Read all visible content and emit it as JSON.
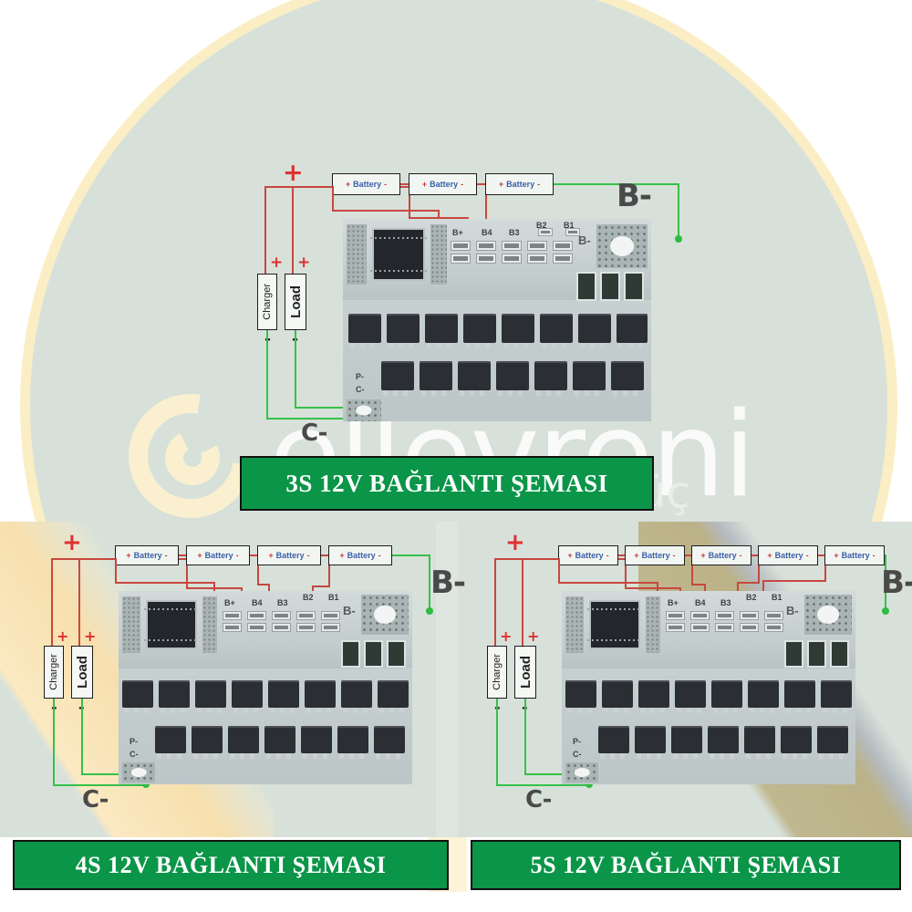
{
  "page": {
    "background_color": "#ffffff",
    "circle_fill": "#d7e1da",
    "circle_border": "#fbeec4",
    "accent_green": "#0a9548",
    "wire_positive_color": "#c8473f",
    "wire_negative_color": "#37c04a"
  },
  "watermark": {
    "brand": "ellevreni",
    "tagline": "üç",
    "logo_icon": "e-swirl-logo"
  },
  "captions": {
    "diagram_3s": "3S 12V BAĞLANTI ŞEMASI",
    "diagram_4s": "4S 12V BAĞLANTI ŞEMASI",
    "diagram_5s": "5S 12V BAĞLANTI ŞEMASI"
  },
  "labels": {
    "plus": "+",
    "minus": "-",
    "charger": "Charger",
    "load": "Load",
    "battery": "Battery",
    "b_minus_terminal": "B-",
    "c_minus_terminal": "C-",
    "board_b_minus": "B-",
    "board_p_minus": "P-",
    "board_c_minus": "C-"
  },
  "diagrams": [
    {
      "id": "3s",
      "name": "3S 12V connection diagram",
      "cell_count": 3,
      "battery_labels": [
        "+ Battery -",
        "+ Battery -",
        "+ Battery -"
      ],
      "board_taps": [
        "B+",
        "B4",
        "B3",
        "B2",
        "B1"
      ],
      "terminals": [
        "+",
        "-",
        "B-",
        "C-",
        "P-"
      ],
      "caption": "3S 12V BAĞLANTI ŞEMASI"
    },
    {
      "id": "4s",
      "name": "4S 12V connection diagram",
      "cell_count": 4,
      "battery_labels": [
        "+ Battery -",
        "+ Battery -",
        "+ Battery -",
        "+ Battery -"
      ],
      "board_taps": [
        "B+",
        "B4",
        "B3",
        "B2",
        "B1"
      ],
      "terminals": [
        "+",
        "-",
        "B-",
        "C-",
        "P-"
      ],
      "caption": "4S 12V BAĞLANTI ŞEMASI"
    },
    {
      "id": "5s",
      "name": "5S 12V connection diagram",
      "cell_count": 5,
      "battery_labels": [
        "+ Battery -",
        "+ Battery -",
        "+ Battery -",
        "+ Battery -",
        "+ Battery -"
      ],
      "board_taps": [
        "B+",
        "B4",
        "B3",
        "B2",
        "B1"
      ],
      "terminals": [
        "+",
        "-",
        "B-",
        "C-",
        "P-"
      ],
      "caption": "5S 12V BAĞLANTI ŞEMASI"
    }
  ]
}
